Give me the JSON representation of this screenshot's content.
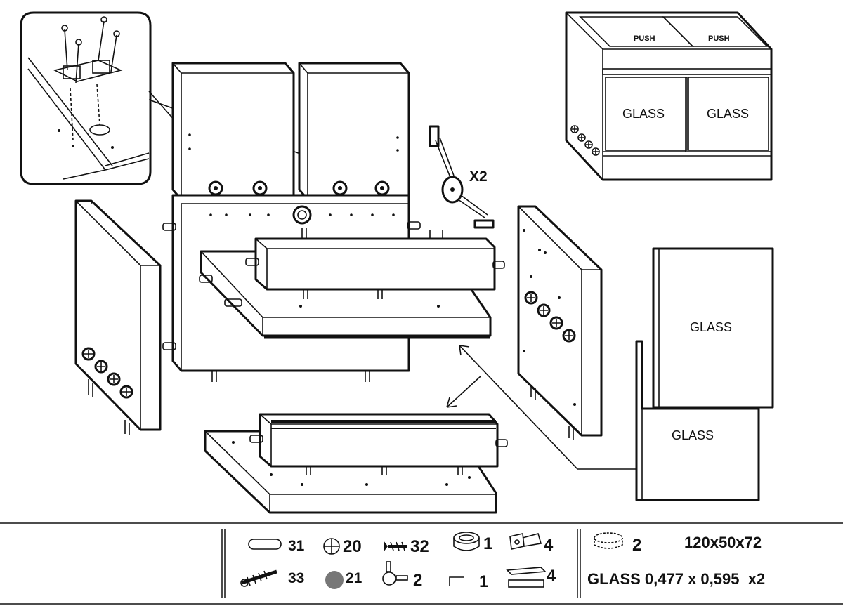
{
  "diagram": {
    "labels": {
      "push_left": "PUSH",
      "push_right": "PUSH",
      "glass_top_left": "GLASS",
      "glass_top_right": "GLASS",
      "glass_door_upper": "GLASS",
      "glass_door_lower": "GLASS",
      "hinge_count": "X2"
    }
  },
  "parts": {
    "items": [
      {
        "icon": "dowel-icon",
        "count": "31"
      },
      {
        "icon": "cam-lock-icon",
        "count": "20"
      },
      {
        "icon": "screw-icon",
        "count": "32"
      },
      {
        "icon": "cable-grommet-icon",
        "count": "1"
      },
      {
        "icon": "door-hinge-icon",
        "count": "4"
      },
      {
        "icon": "cap-disc-icon",
        "count": "2"
      },
      {
        "icon": "wood-screw-icon",
        "count": "33"
      },
      {
        "icon": "cover-cap-icon",
        "count": "21"
      },
      {
        "icon": "lid-stay-icon",
        "count": "2"
      },
      {
        "icon": "allen-key-icon",
        "count": "1"
      },
      {
        "icon": "rail-icon",
        "count": "4"
      }
    ],
    "dimensions": "120x50x72",
    "glass_spec": "GLASS 0,477 x 0,595  x2"
  }
}
